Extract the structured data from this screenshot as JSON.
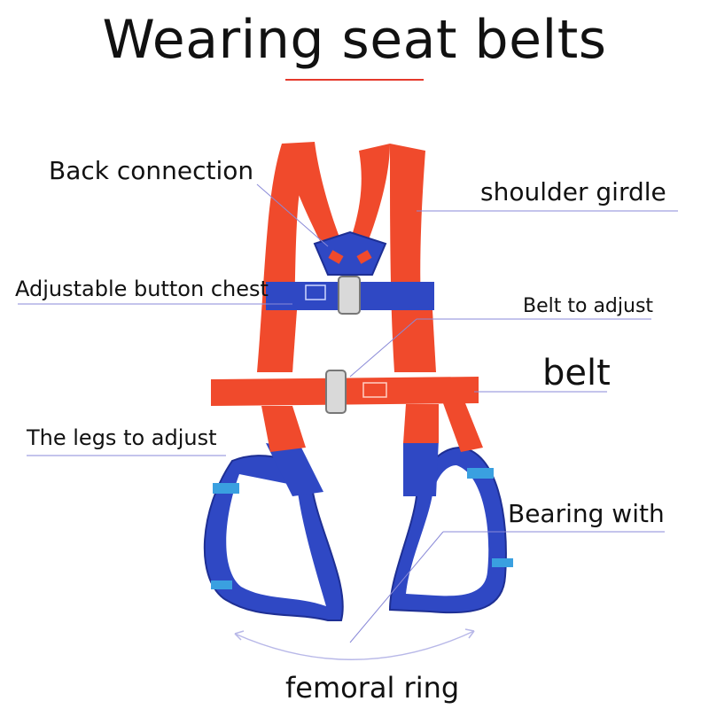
{
  "title": "Wearing seat belts",
  "labels": {
    "back_connection": "Back connection",
    "shoulder_girdle": "shoulder girdle",
    "adjustable_button_chest": "Adjustable button chest",
    "belt_to_adjust": "Belt to adjust",
    "belt": "belt",
    "legs_to_adjust": "The legs to adjust",
    "bearing_with": "Bearing with",
    "femoral_ring": "femoral ring"
  },
  "colors": {
    "strap_orange": "#f04a2c",
    "strap_blue": "#2f48c4",
    "leader_line": "#8a8ad8",
    "accent_underline": "#e5392c"
  }
}
